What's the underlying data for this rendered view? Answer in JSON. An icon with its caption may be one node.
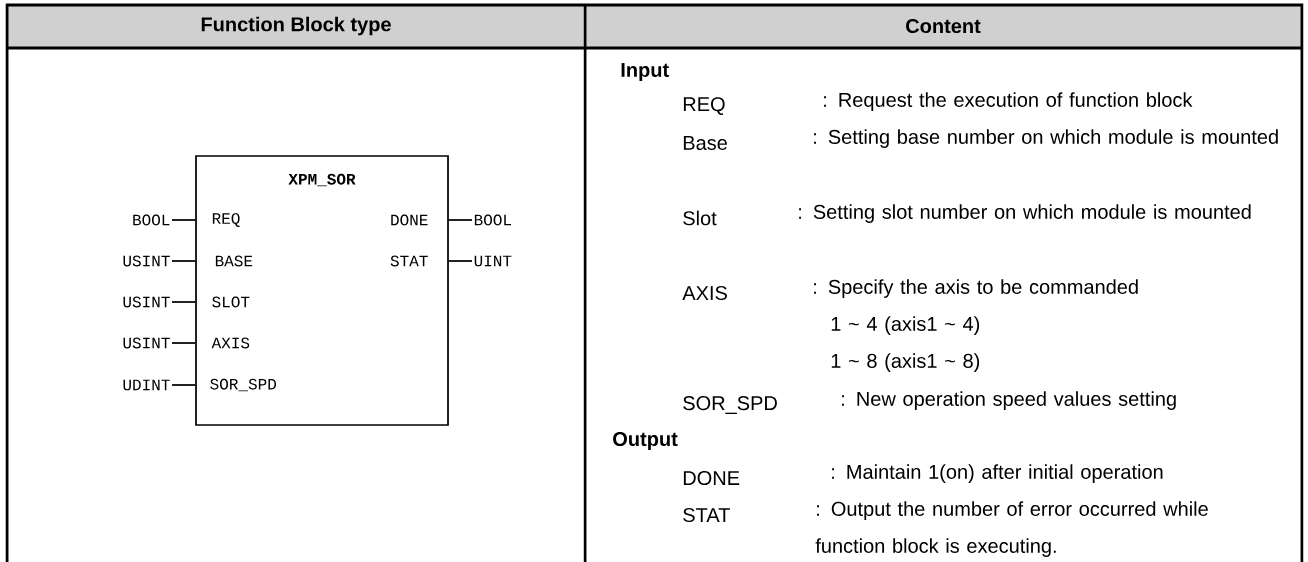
{
  "diagram": {
    "nodes": [
      {
        "text": [
          "XPM_SOR",
          "REQ",
          "BASE",
          "SLOT",
          "AXIS",
          "SOR_SPD",
          "DONE",
          "STAT"
        ]
      },
      {
        "text": [
          "BOOL"
        ]
      },
      {
        "text": [
          "USINT"
        ]
      },
      {
        "text": [
          "USINT"
        ]
      },
      {
        "text": [
          "USINT"
        ]
      },
      {
        "text": [
          "UDINT"
        ]
      },
      {
        "text": [
          "BOOL"
        ]
      },
      {
        "text": [
          "UINT"
        ]
      }
    ],
    "edges": [
      {
        "from": 1,
        "to": 0,
        "arrow": "none"
      },
      {
        "from": 2,
        "to": 0,
        "arrow": "none"
      },
      {
        "from": 3,
        "to": 0,
        "arrow": "none"
      },
      {
        "from": 4,
        "to": 0,
        "arrow": "none"
      },
      {
        "from": 5,
        "to": 0,
        "arrow": "none"
      },
      {
        "from": 0,
        "to": 6,
        "arrow": "none"
      },
      {
        "from": 0,
        "to": 7,
        "arrow": "none"
      }
    ],
    "labels": [
      "Function Block type",
      "Content",
      "Input",
      "REQ",
      ": Request the execution of function block",
      "Base",
      ": Setting base number on which module is mounted",
      "Slot",
      ": Setting slot number on which module is mounted",
      "AXIS",
      ": Specify the axis to be commanded",
      "1 ~ 4 (axis1 ~ 4)",
      "1 ~ 8 (axis1 ~ 8)",
      "SOR_SPD",
      ": New operation speed values setting",
      "Output",
      "DONE",
      ": Maintain 1(on) after initial operation",
      "STAT",
      ": Output the number of error occurred while function block is executing."
    ]
  }
}
